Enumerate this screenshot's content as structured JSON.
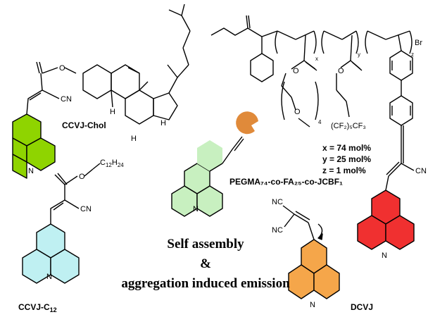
{
  "labels": {
    "ccvj_chol": "CCVJ-Chol",
    "ccvj_c12_base": "CCVJ-C",
    "ccvj_c12_sub": "12",
    "dcvj": "DCVJ",
    "cn": "CN",
    "nc": "NC",
    "n": "N",
    "o": "O",
    "h": "H",
    "br": "Br",
    "x_sub": "x",
    "y_sub": "y",
    "z_sub": "z",
    "four": "4",
    "c12h24_base": "C",
    "c12h24_12": "12",
    "c12h24_h": "H",
    "c12h24_24": "24",
    "fluoro": "(CF₂)₅CF₃",
    "x_mol": "x = 74 mol%",
    "y_mol": "y = 25 mol%",
    "z_mol": "z = 1 mol%",
    "polymer_name": "PEGMA₇₄-co-FA₂₅-co-JCBF₁",
    "self_assembly": "Self assembly",
    "ampersand": "&",
    "aie": "aggregation induced emission"
  },
  "colors": {
    "chol_ring": "#8fd400",
    "c12_ring": "#bff0f2",
    "center_ring": "#c8f0c0",
    "poly_ring": "#f03030",
    "dcvj_ring": "#f5a64a",
    "pacman": "#e08a3a"
  }
}
